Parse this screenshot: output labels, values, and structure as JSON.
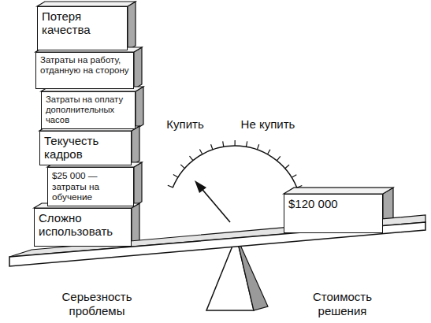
{
  "diagram": {
    "nodes": [
      {
        "text": [
          "Потеря качества"
        ]
      },
      {
        "text": [
          "Затраты на работу, отданную на сторону"
        ]
      },
      {
        "text": [
          "Затраты на оплату дополнительных часов"
        ]
      },
      {
        "text": [
          "Текучесть кадров"
        ]
      },
      {
        "text": [
          "$25 000 — затраты на обучение"
        ]
      },
      {
        "text": [
          "Сложно использовать"
        ]
      },
      {
        "text": [
          "$120 000"
        ]
      }
    ],
    "labels": [
      "Купить",
      "Не купить",
      "Серьезность проблемы",
      "Стоимость решения"
    ]
  }
}
